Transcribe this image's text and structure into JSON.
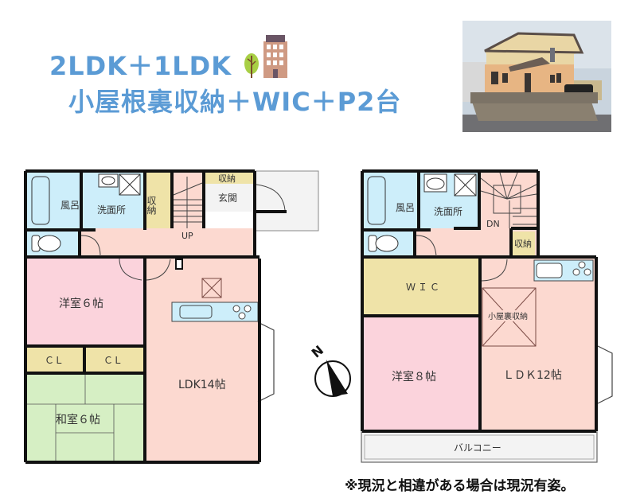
{
  "header": {
    "title_line1": "2LDK＋1LDK",
    "title_line2": "小屋根裏収納＋WIC＋P2台",
    "title_color": "#5b9bd5",
    "decor_icons": [
      "tree-icon",
      "building-icon"
    ]
  },
  "photo": {
    "description": "two-story house exterior photo"
  },
  "floor1": {
    "rooms": {
      "bath": "風呂",
      "washroom": "洗面所",
      "storage_vertical": "収納",
      "storage_top": "収納",
      "entrance": "玄関",
      "stairs": "UP",
      "western_room": "洋室６帖",
      "closet_1": "ＣＬ",
      "closet_2": "ＣＬ",
      "japanese_room": "和室６帖",
      "ldk": "LDK14帖"
    }
  },
  "floor2": {
    "rooms": {
      "bath": "風呂",
      "washroom": "洗面所",
      "stairs": "DN",
      "storage": "収納",
      "wic": "ＷＩＣ",
      "western_room": "洋室８帖",
      "attic_storage": "小屋裏収納",
      "ldk": "ＬＤＫ12帖",
      "balcony": "バルコニー"
    }
  },
  "compass": {
    "label": "N"
  },
  "footer": {
    "note": "※現況と相違がある場合は現況有姿。"
  },
  "colors": {
    "wet_area": "#cdeefa",
    "storage": "#efe3a8",
    "western_room": "#fbd3dc",
    "ldk": "#fcd9d0",
    "japanese_room": "#d6efc4",
    "entrance": "#f3f3f3",
    "wall": "#111111"
  }
}
